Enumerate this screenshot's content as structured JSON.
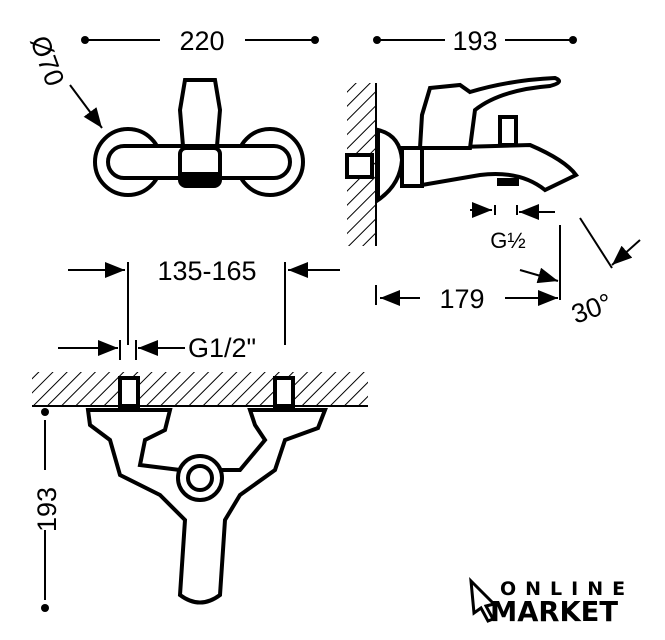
{
  "drawing": {
    "front_view": {
      "width_label": "220",
      "diameter_label": "Ø70"
    },
    "side_view": {
      "depth_label": "193",
      "outlet_label": "G½",
      "projection_label": "179",
      "angle_label": "30°"
    },
    "top_view": {
      "spacing_label": "135-165",
      "inlet_label": "G1/2\"",
      "depth_label": "193"
    }
  },
  "logo": {
    "line1": "ONLINE",
    "line2": "MARKET"
  },
  "colors": {
    "ink": "#000000",
    "background": "#ffffff"
  }
}
